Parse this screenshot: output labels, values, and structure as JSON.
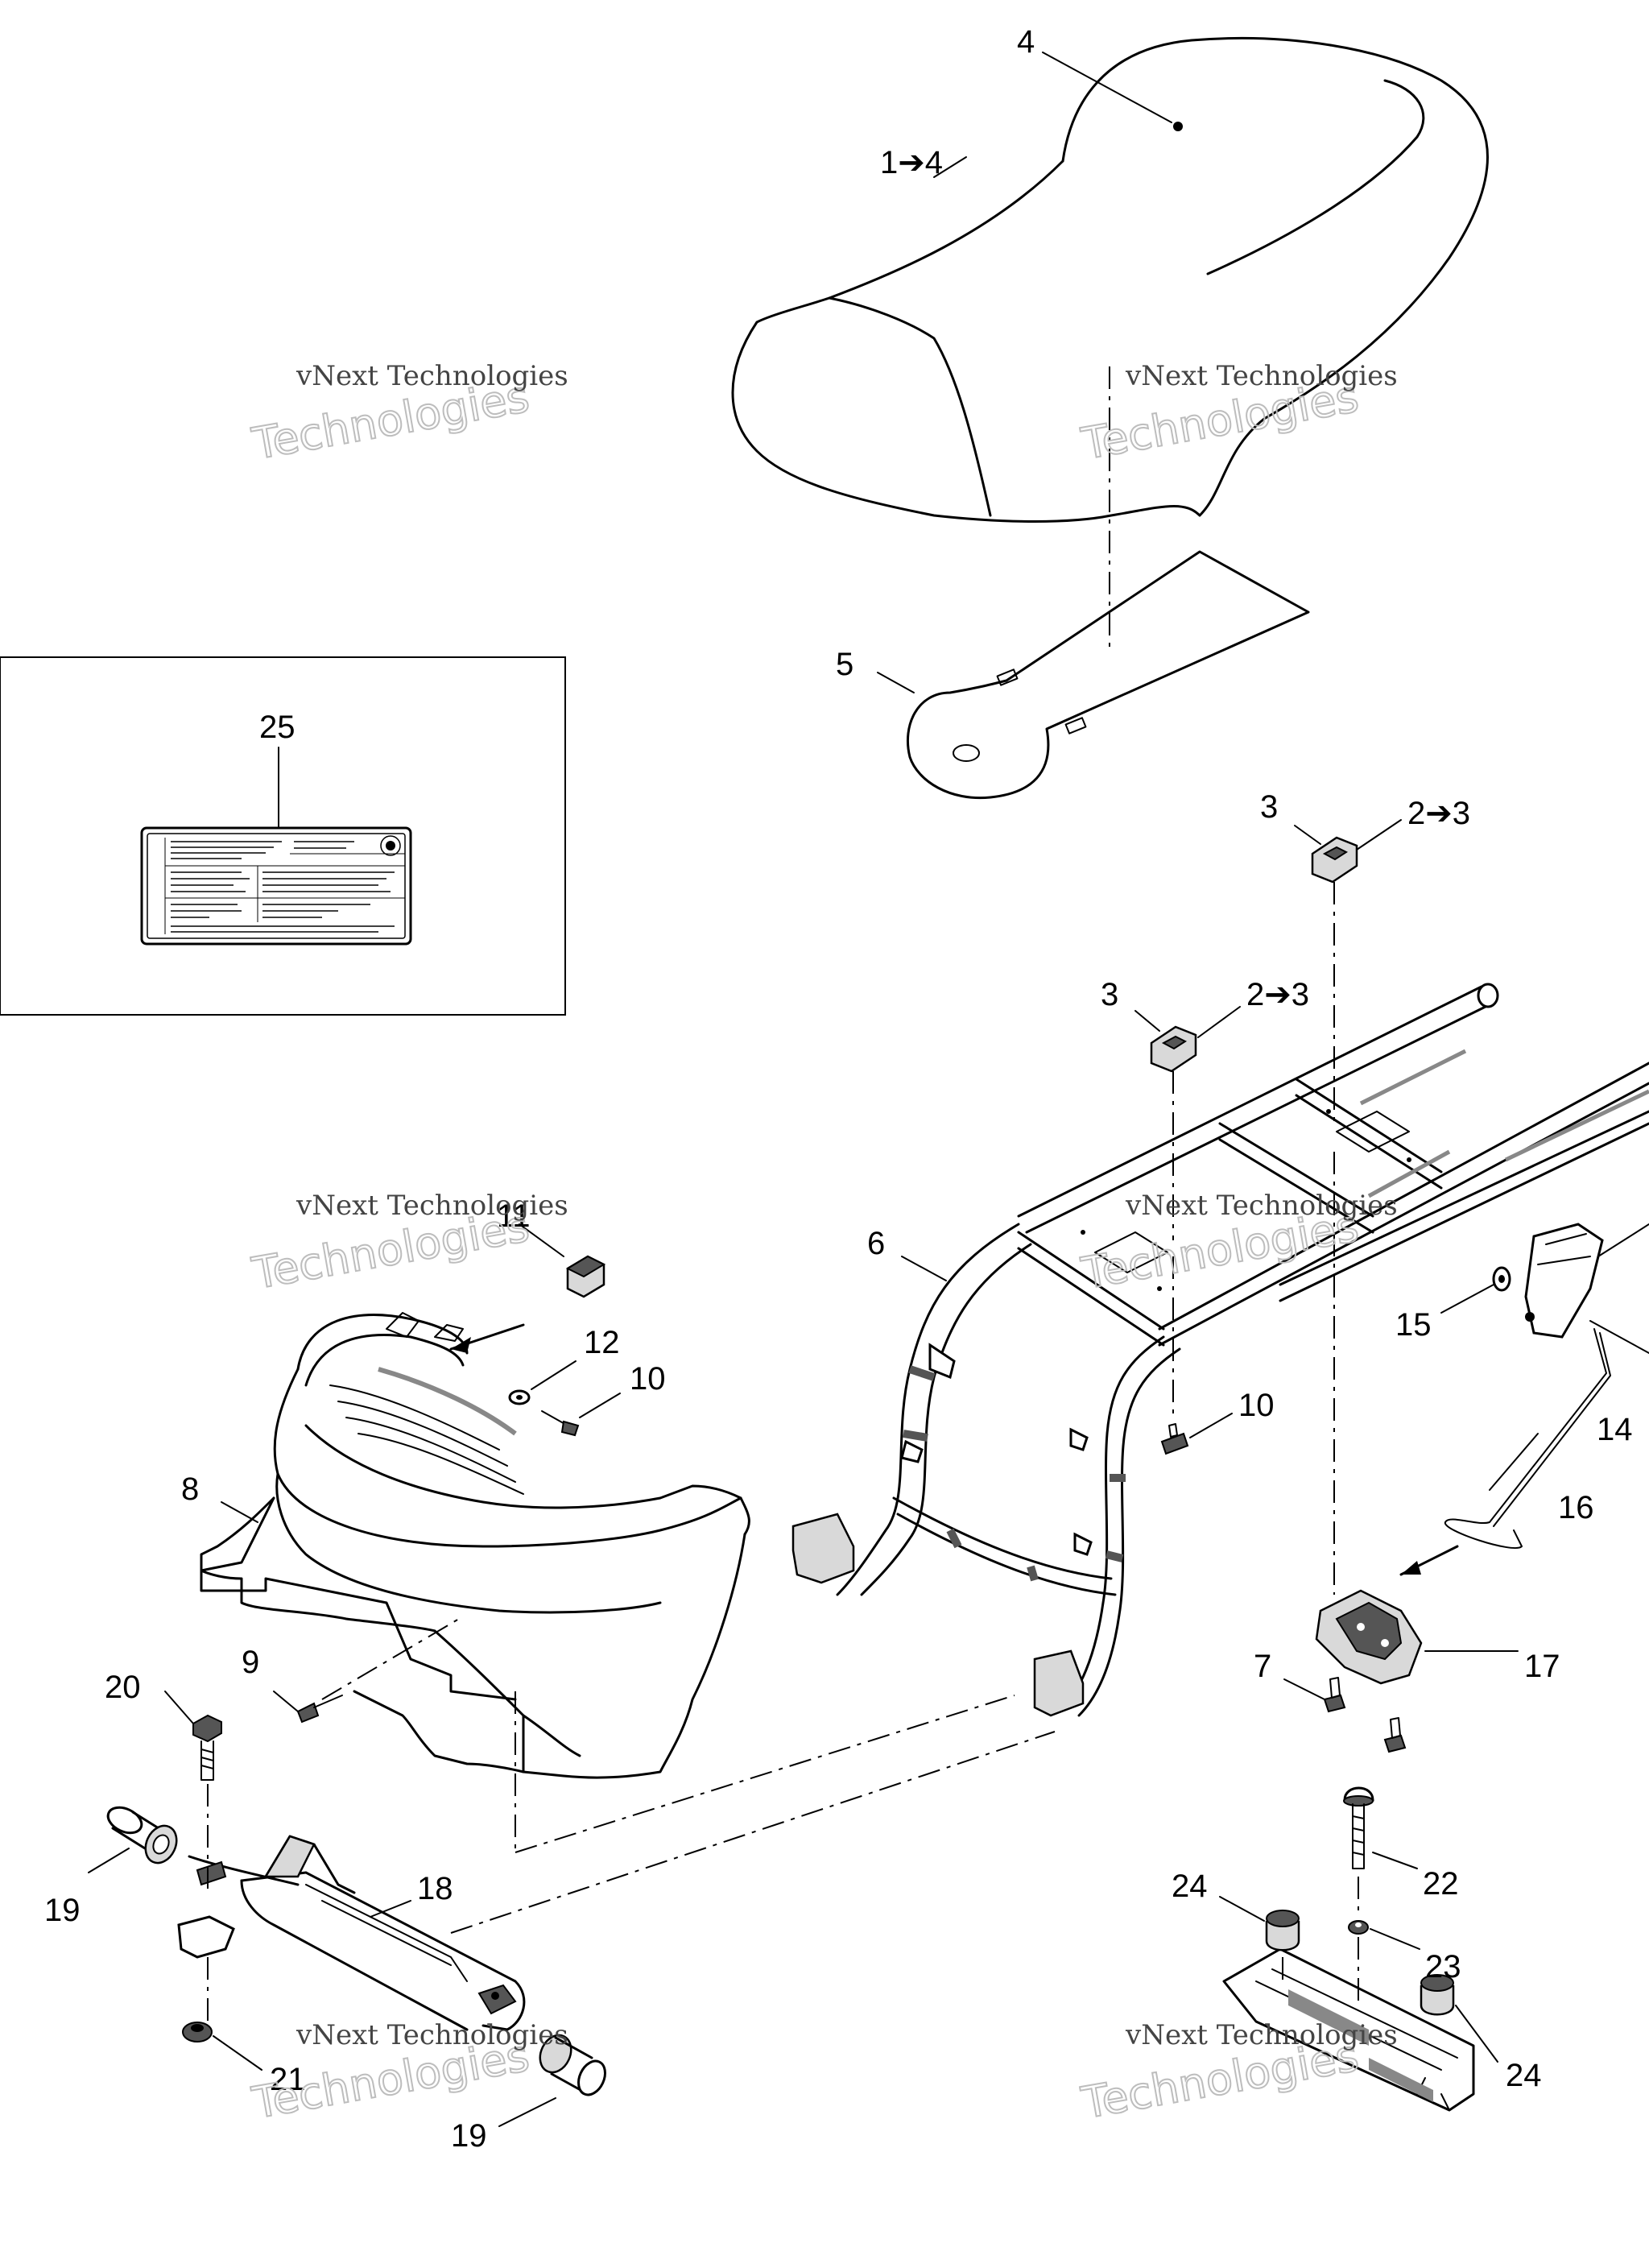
{
  "callouts": [
    {
      "id": "c-4-top",
      "text": "4"
    },
    {
      "id": "c-1-4",
      "text": "1➔4"
    },
    {
      "id": "c-5",
      "text": "5"
    },
    {
      "id": "c-25",
      "text": "25"
    },
    {
      "id": "c-3a",
      "text": "3"
    },
    {
      "id": "c-2-3a",
      "text": "2➔3"
    },
    {
      "id": "c-3b",
      "text": "3"
    },
    {
      "id": "c-2-3b",
      "text": "2➔3"
    },
    {
      "id": "c-6",
      "text": "6"
    },
    {
      "id": "c-11",
      "text": "11"
    },
    {
      "id": "c-12",
      "text": "12"
    },
    {
      "id": "c-10a",
      "text": "10"
    },
    {
      "id": "c-8",
      "text": "8"
    },
    {
      "id": "c-10b",
      "text": "10"
    },
    {
      "id": "c-15",
      "text": "15"
    },
    {
      "id": "c-14",
      "text": "14"
    },
    {
      "id": "c-16",
      "text": "16"
    },
    {
      "id": "c-17",
      "text": "17"
    },
    {
      "id": "c-9",
      "text": "9"
    },
    {
      "id": "c-7",
      "text": "7"
    },
    {
      "id": "c-20",
      "text": "20"
    },
    {
      "id": "c-18",
      "text": "18"
    },
    {
      "id": "c-19a",
      "text": "19"
    },
    {
      "id": "c-21",
      "text": "21"
    },
    {
      "id": "c-19b",
      "text": "19"
    },
    {
      "id": "c-24a",
      "text": "24"
    },
    {
      "id": "c-22",
      "text": "22"
    },
    {
      "id": "c-23",
      "text": "23"
    },
    {
      "id": "c-24b",
      "text": "24"
    }
  ],
  "watermark": {
    "line1": "vNext Technologies",
    "line2": "Technologies"
  }
}
